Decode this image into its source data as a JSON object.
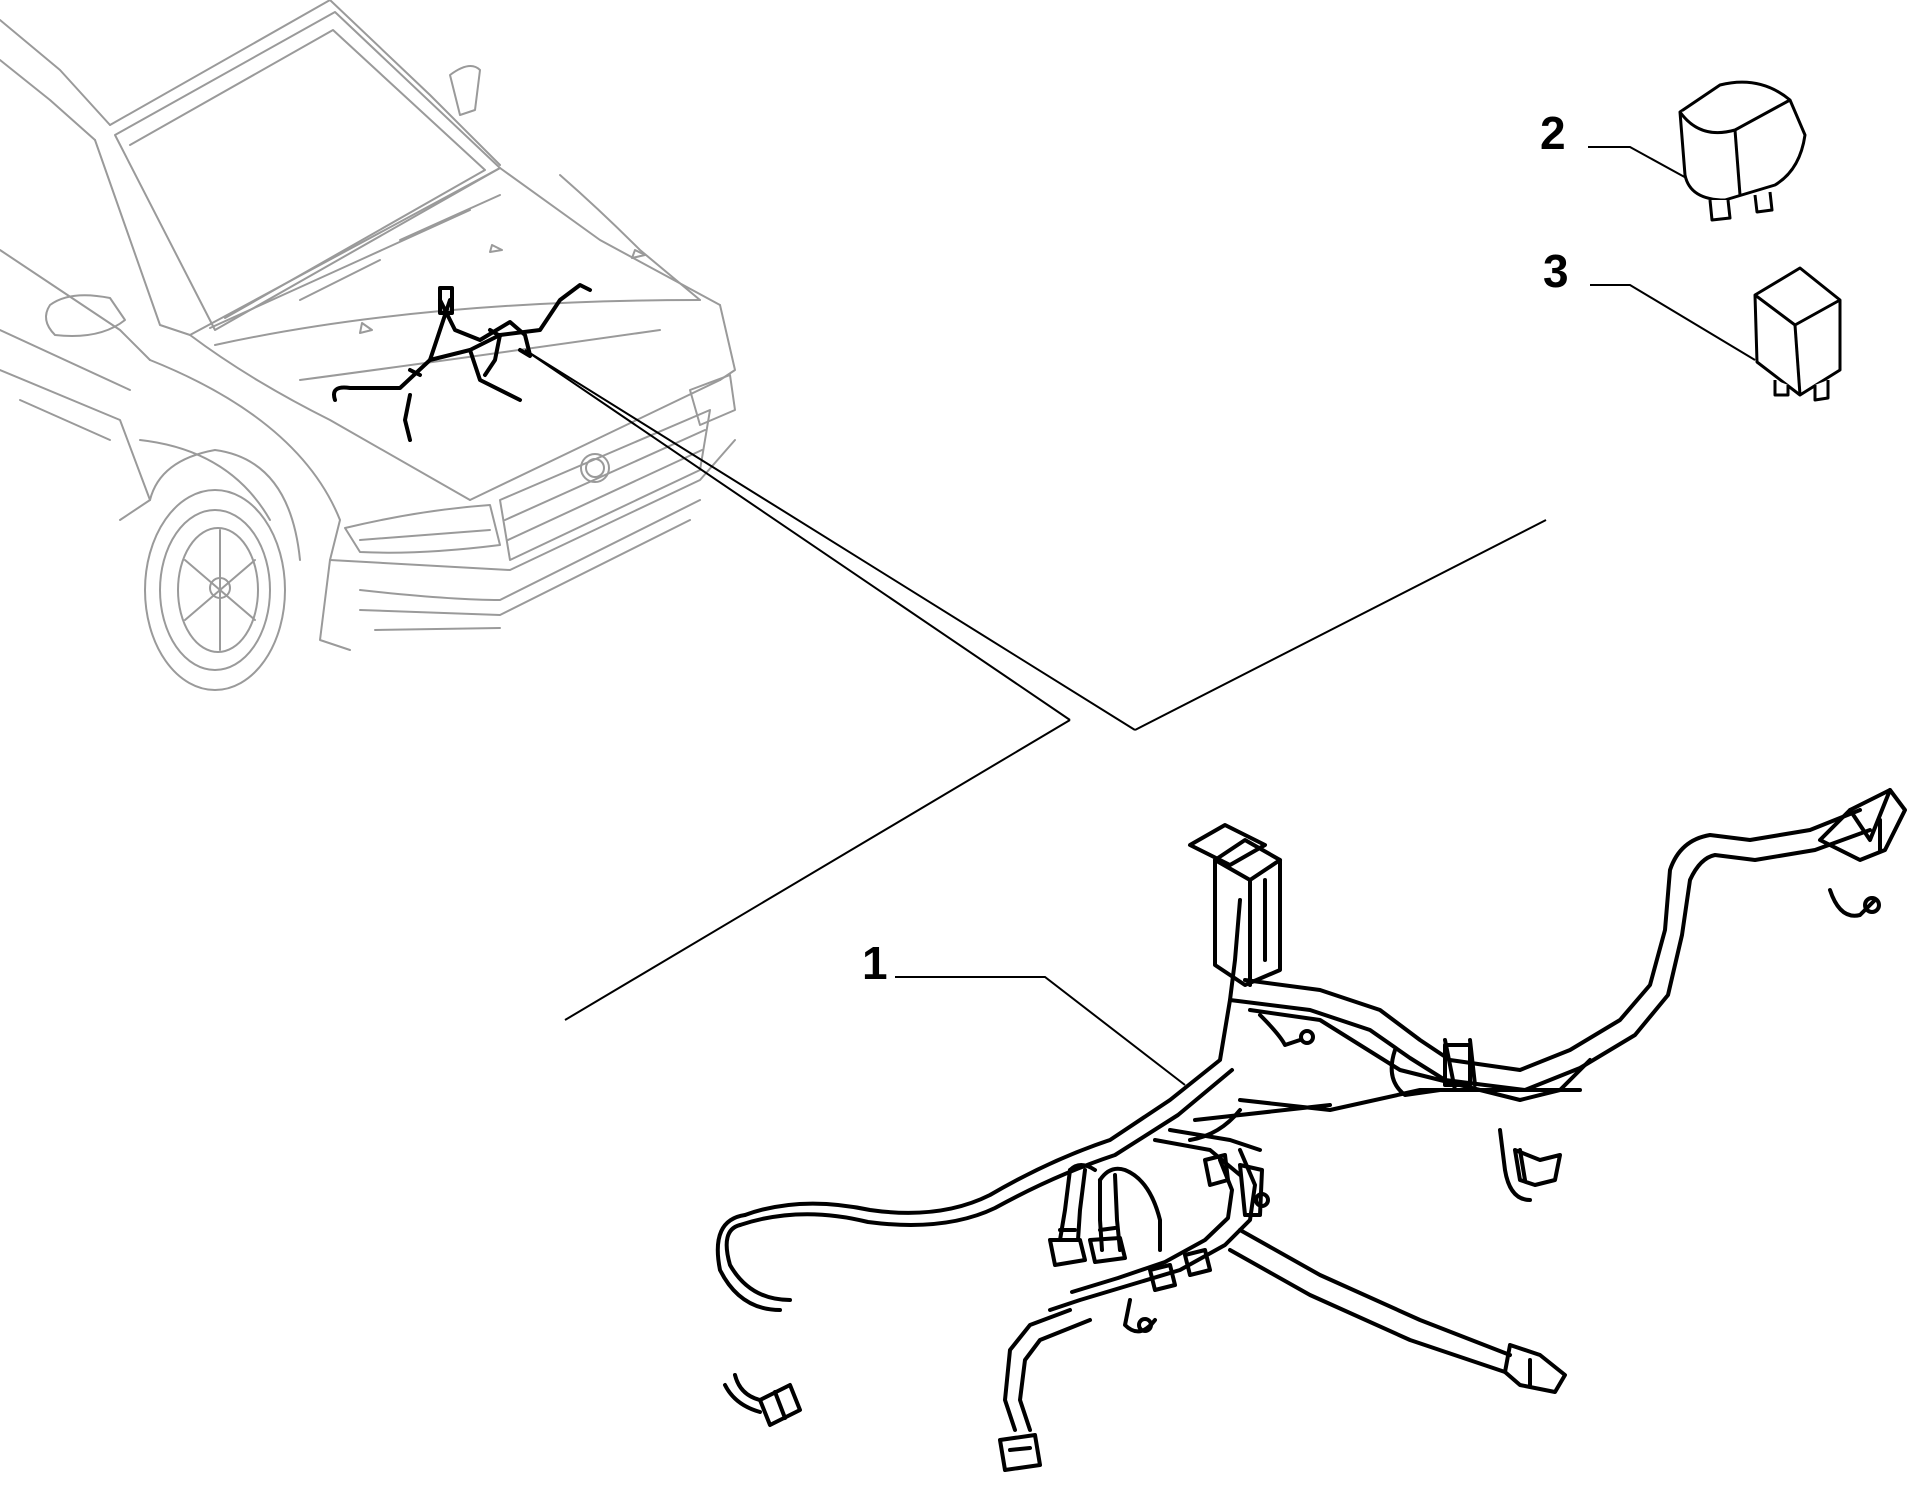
{
  "callouts": [
    {
      "id": "1",
      "part": "wiring-harness"
    },
    {
      "id": "2",
      "part": "relay-large"
    },
    {
      "id": "3",
      "part": "relay-small"
    }
  ],
  "colors": {
    "outline": "#9a9a9a",
    "ink": "#000000",
    "background": "#ffffff"
  }
}
